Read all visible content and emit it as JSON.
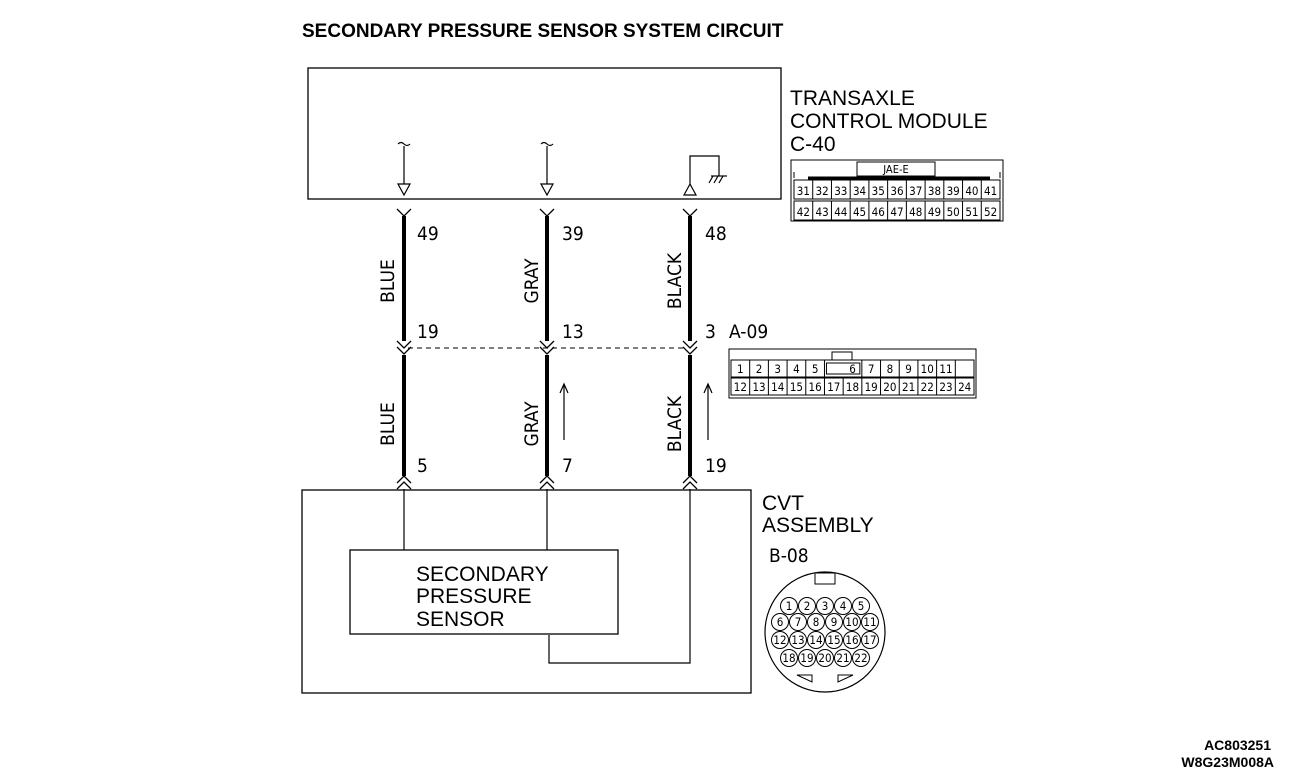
{
  "title": "SECONDARY PRESSURE SENSOR SYSTEM CIRCUIT",
  "tcm": {
    "line1": "TRANSAXLE",
    "line2": "CONTROL MODULE",
    "connector": "C-40",
    "connector_type": "JAE-E",
    "row1": [
      "31",
      "32",
      "33",
      "34",
      "35",
      "36",
      "37",
      "38",
      "39",
      "40",
      "41"
    ],
    "row2": [
      "42",
      "43",
      "44",
      "45",
      "46",
      "47",
      "48",
      "49",
      "50",
      "51",
      "52"
    ]
  },
  "intermediate_connector": {
    "name": "A-09",
    "row1": [
      "1",
      "2",
      "3",
      "4",
      "5",
      "6",
      "7",
      "8",
      "9",
      "10",
      "11"
    ],
    "row2": [
      "12",
      "13",
      "14",
      "15",
      "16",
      "17",
      "18",
      "19",
      "20",
      "21",
      "22",
      "23",
      "24"
    ]
  },
  "cvt": {
    "line1": "CVT",
    "line2": "ASSEMBLY",
    "connector": "B-08",
    "pins": [
      "1",
      "2",
      "3",
      "4",
      "5",
      "6",
      "7",
      "8",
      "9",
      "10",
      "11",
      "12",
      "13",
      "14",
      "15",
      "16",
      "17",
      "18",
      "19",
      "20",
      "21",
      "22"
    ]
  },
  "sensor": {
    "line1": "SECONDARY",
    "line2": "PRESSURE",
    "line3": "SENSOR"
  },
  "wires": [
    {
      "color_upper": "BLUE",
      "color_lower": "BLUE",
      "pin_tcm": "49",
      "pin_junction": "19",
      "pin_cvt": "5"
    },
    {
      "color_upper": "GRAY",
      "color_lower": "GRAY",
      "pin_tcm": "39",
      "pin_junction": "13",
      "pin_cvt": "7"
    },
    {
      "color_upper": "BLACK",
      "color_lower": "BLACK",
      "pin_tcm": "48",
      "pin_junction": "3",
      "pin_cvt": "19"
    }
  ],
  "ref_codes": [
    "AC803251",
    "W8G23M008A"
  ]
}
